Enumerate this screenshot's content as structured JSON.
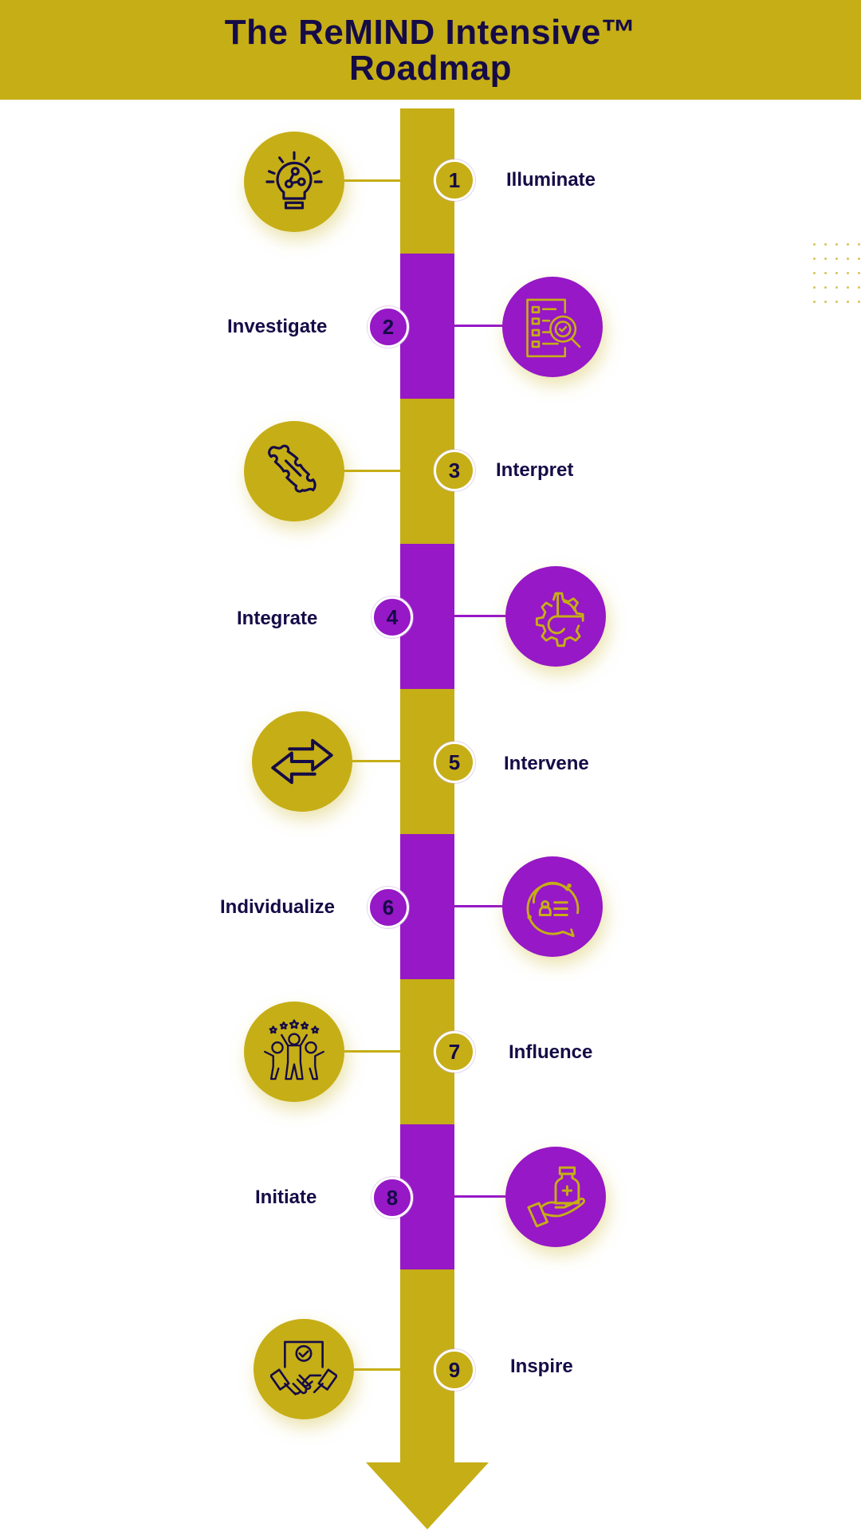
{
  "header": {
    "title_line1": "The ReMIND Intensive™",
    "title_line2": "Roadmap"
  },
  "colors": {
    "gold": "#c6ae16",
    "purple": "#9618c6",
    "navy": "#150b47",
    "white": "#ffffff"
  },
  "steps": [
    {
      "number": "1",
      "label": "Illuminate",
      "icon": "lightbulb-icon",
      "color": "gold"
    },
    {
      "number": "2",
      "label": "Investigate",
      "icon": "checklist-magnifier-icon",
      "color": "purple"
    },
    {
      "number": "3",
      "label": "Interpret",
      "icon": "puzzle-icon",
      "color": "gold"
    },
    {
      "number": "4",
      "label": "Integrate",
      "icon": "gear-chart-icon",
      "color": "purple"
    },
    {
      "number": "5",
      "label": "Intervene",
      "icon": "exchange-arrows-icon",
      "color": "gold"
    },
    {
      "number": "6",
      "label": "Individualize",
      "icon": "profile-chat-icon",
      "color": "purple"
    },
    {
      "number": "7",
      "label": "Influence",
      "icon": "celebrating-team-icon",
      "color": "gold"
    },
    {
      "number": "8",
      "label": "Initiate",
      "icon": "hand-medicine-icon",
      "color": "purple"
    },
    {
      "number": "9",
      "label": "Inspire",
      "icon": "handshake-agreement-icon",
      "color": "gold"
    }
  ]
}
